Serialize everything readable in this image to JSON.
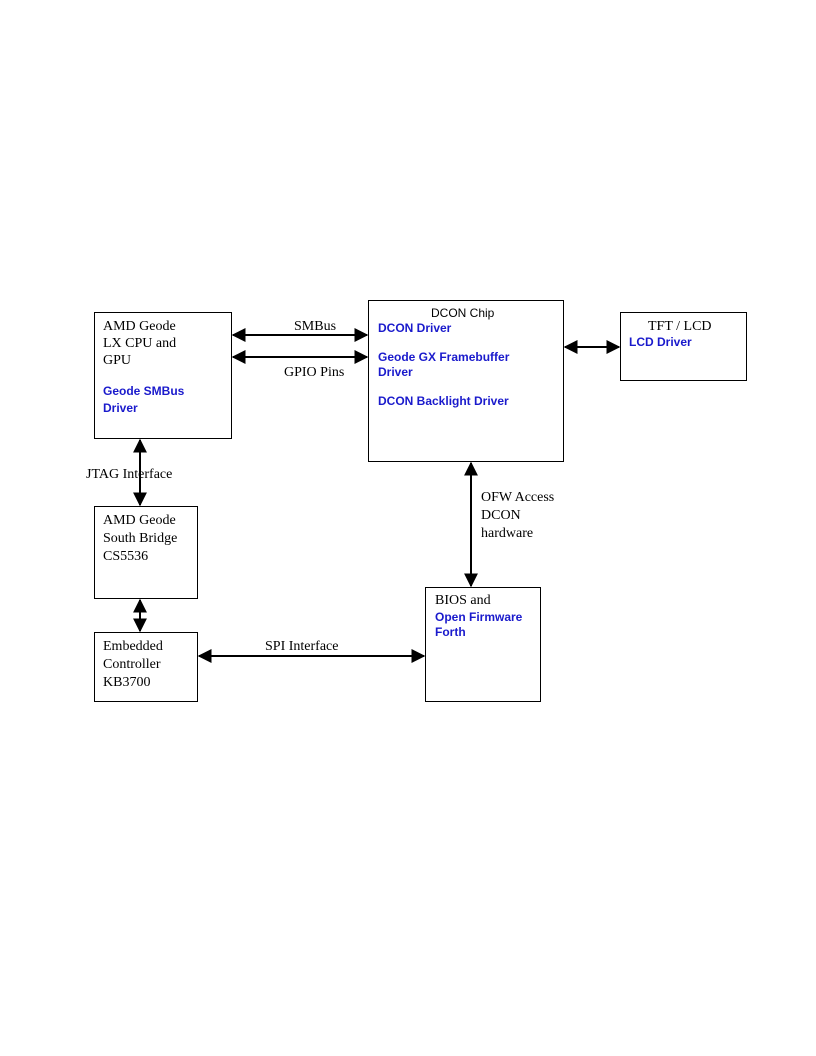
{
  "boxes": {
    "cpu": {
      "title_lines": [
        "AMD Geode",
        "LX CPU and",
        "GPU"
      ],
      "driver_lines": [
        "Geode SMBus",
        "Driver"
      ]
    },
    "dcon": {
      "title": "DCON Chip",
      "driver1": "DCON Driver",
      "driver2_lines": [
        "Geode GX Framebuffer",
        "Driver"
      ],
      "driver3": "DCON Backlight Driver"
    },
    "lcd": {
      "title": "TFT / LCD",
      "driver": "LCD Driver"
    },
    "southbridge": {
      "lines": [
        "AMD Geode",
        "South Bridge",
        "CS5536"
      ]
    },
    "ec": {
      "lines": [
        "Embedded",
        "Controller",
        "KB3700"
      ]
    },
    "bios": {
      "title": "BIOS and",
      "driver_lines": [
        "Open Firmware",
        "Forth"
      ]
    }
  },
  "labels": {
    "smbus": "SMBus",
    "gpio": "GPIO Pins",
    "jtag": "JTAG Interface",
    "ofw_lines": [
      "OFW Access",
      "DCON",
      "hardware"
    ],
    "spi": "SPI Interface"
  },
  "colors": {
    "driver_text": "#1a1acc",
    "line": "#000000"
  }
}
